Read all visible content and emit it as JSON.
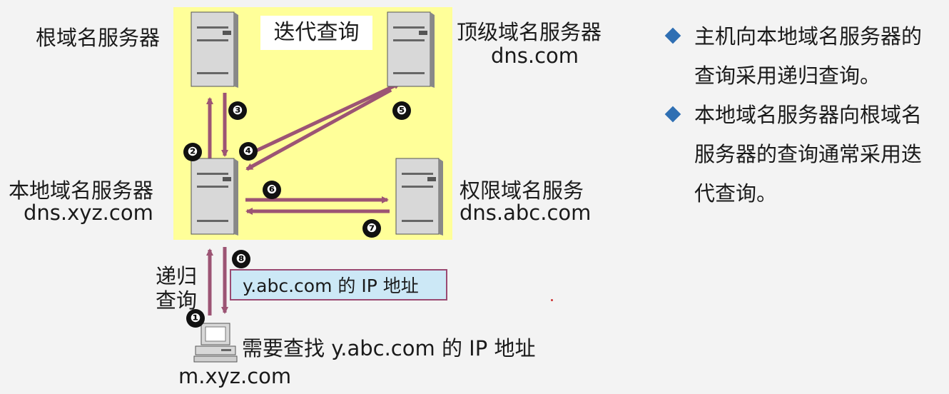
{
  "diagram": {
    "iter_title": "迭代查询",
    "root_server_label": "根域名服务器",
    "tld_server_label": "顶级域名服务器",
    "tld_server_domain": "dns.com",
    "local_server_label": "本地域名服务器",
    "local_server_domain": "dns.xyz.com",
    "auth_server_label": "权限域名服务",
    "auth_server_domain": "dns.abc.com",
    "recursive_label_line1": "递归",
    "recursive_label_line2": "查询",
    "ip_result": "y.abc.com 的 IP 地址",
    "host_request": "需要查找 y.abc.com 的 IP 地址",
    "host_domain": "m.xyz.com",
    "steps": [
      "❶",
      "❷",
      "❸",
      "❹",
      "❺",
      "❻",
      "❼",
      "❽"
    ],
    "colors": {
      "arrow": "#9c5474",
      "highlight": "#ffff99",
      "ip_box": "#cce8f6",
      "bullet": "#2f6fb3"
    }
  },
  "notes": [
    {
      "line1": "主机向本地域名服务器的",
      "line2": "查询采用递归查询。"
    },
    {
      "line1": "本地域名服务器向根域名",
      "line2": "服务器的查询通常采用迭",
      "line3": "代查询。"
    }
  ]
}
